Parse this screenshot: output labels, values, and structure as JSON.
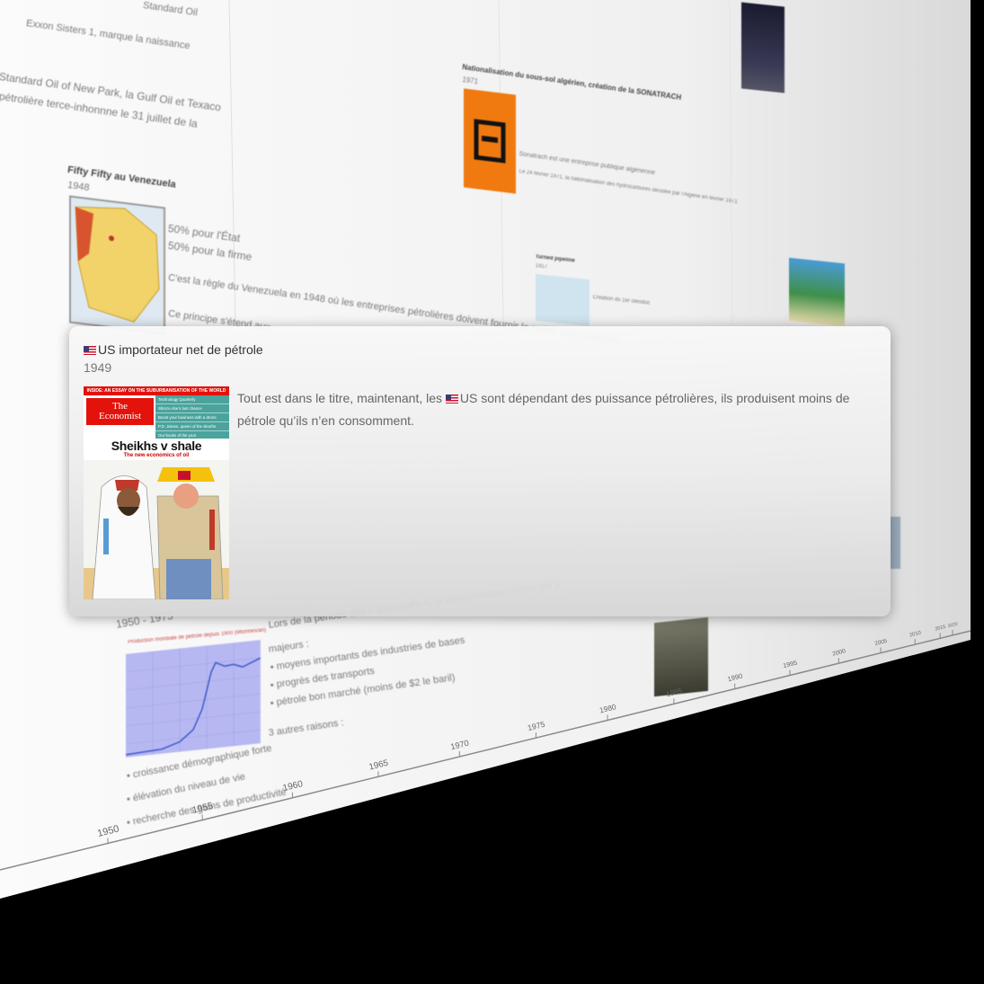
{
  "popup": {
    "title": "US  importateur net de pétrole",
    "date": "1949",
    "body_pre": "Tout est dans le titre, maintenant, les ",
    "body_flag": "US",
    "body_post": "  sont dépendant des puissance pétrolières, ils produisent moins de pétrole qu’ils n’en consomment."
  },
  "cover": {
    "top_banner": "INSIDE: AN ESSAY ON THE SUBURBANISATION OF THE WORLD",
    "logo_line1": "The",
    "logo_line2": "Economist",
    "toc": [
      "Technology Quarterly",
      "Shinzo Abe's last chance",
      "Boost your business with a drone",
      "P.D. James, queen of the sleuths",
      "Our books of the year"
    ],
    "headline": "Sheikhs v shale",
    "subhead": "The new economics of oil"
  },
  "background": {
    "texts": [
      "Standard Oil",
      "Exxon Sisters 1, marque la naissance",
      "Standard Oil of New Park, la Gulf Oil et Texaco",
      "pétrolière terce-inhonnne le 31 juillet de la",
      "Fifty Fifty au Venezuela",
      "1948",
      "50% pour l'État",
      "50% pour la firme",
      "C'est la règle du Venezuela en 1948 où les entreprises pétrolières doivent fournir la moitié des bénéfices",
      "Ce principe s'étend aux",
      "Nationalisation du sous-sol algérien, création de la SONATRACH",
      "1971",
      "Sonatrach est une entreprise publique algérienne",
      "Le 24 février 1971, la nationalisation des hydrocarbures décidée par l'Algérie en février 1971",
      "Turned pipeline",
      "1917",
      "Création du 1er oléoduc",
      "1950 - 1973",
      "Lors de la période dite « d'échauffe », la consommation d'énergie a",
      "majeurs :",
      "▪ moyens importants des industries de bases",
      "▪ progrès des transports",
      "▪ pétrole bon marché (moins de $2 le baril)",
      "3 autres raisons :",
      "▪ croissance démographique forte",
      "▪ élévation du niveau de vie",
      "▪ recherche des gains de productivité",
      "Production mondiale de pétrole depuis 1900 (Mtonnes/an)"
    ],
    "axis_labels": [
      "1950",
      "1955",
      "1960",
      "1965",
      "1970",
      "1975",
      "1980",
      "1985",
      "1990",
      "1995",
      "2000",
      "2005",
      "2010",
      "2015",
      "2020"
    ]
  },
  "colors": {
    "accent_red": "#e3120b",
    "teal": "#4aa39c",
    "sonatrach_orange": "#f07a10",
    "chart_purple": "#b7b8f2"
  }
}
